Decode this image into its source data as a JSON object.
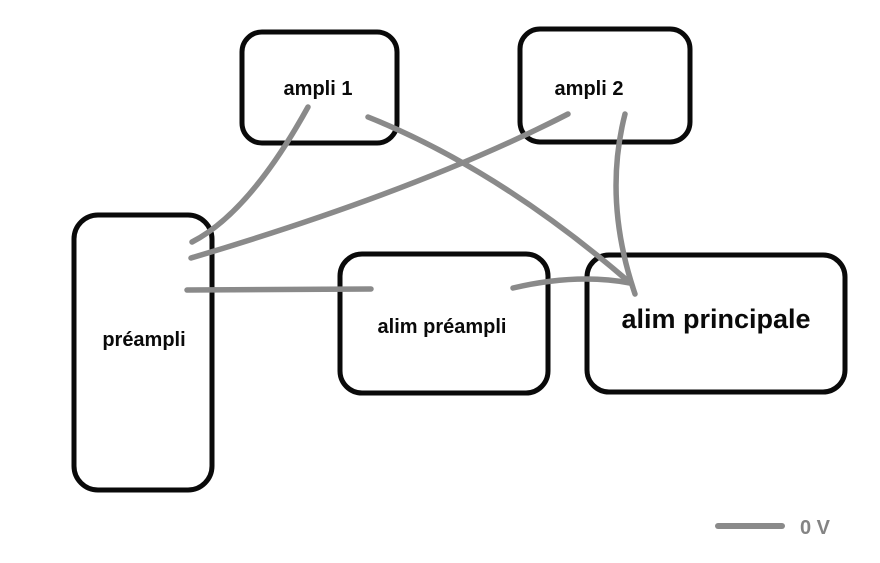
{
  "diagram": {
    "title_hint": "audio amplifier 0 V grounding scheme",
    "background_color": "#ffffff",
    "box_border_color": "#0a0a0a",
    "box_text_color": "#0a0a0a",
    "wire_color": "#8a8a8a",
    "boxes": [
      {
        "id": "ampli-1",
        "label": "ampli 1"
      },
      {
        "id": "ampli-2",
        "label": "ampli 2"
      },
      {
        "id": "preampli",
        "label": "préampli"
      },
      {
        "id": "alim-preampli",
        "label": "alim préampli"
      },
      {
        "id": "alim-principale",
        "label": "alim principale"
      }
    ],
    "connections": [
      {
        "from": "ampli 1",
        "to": "préampli"
      },
      {
        "from": "ampli 2",
        "to": "préampli"
      },
      {
        "from": "ampli 1",
        "to": "alim principale"
      },
      {
        "from": "ampli 2",
        "to": "alim principale"
      },
      {
        "from": "alim préampli",
        "to": "alim principale"
      },
      {
        "from": "préampli",
        "to": "alim préampli"
      }
    ],
    "legend": {
      "label": "0 V",
      "line_color": "#8a8a8a",
      "text_color": "#848484"
    }
  }
}
